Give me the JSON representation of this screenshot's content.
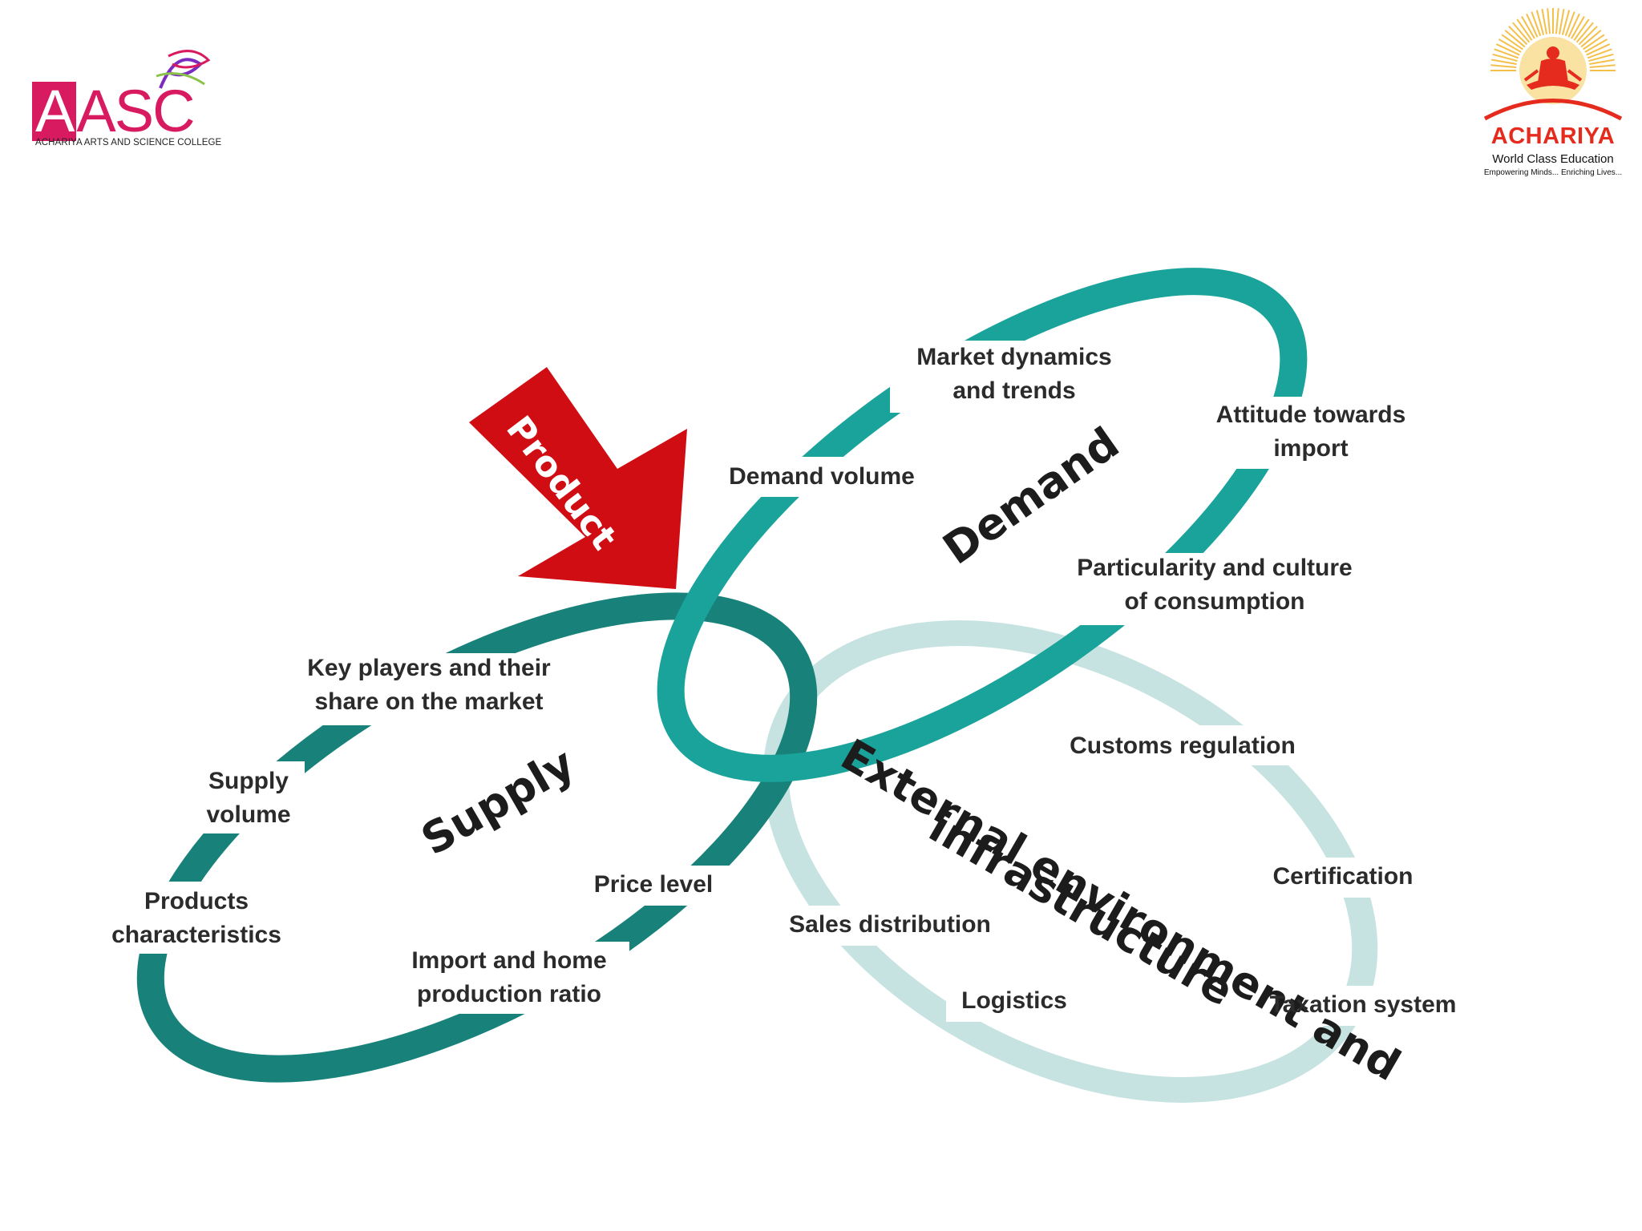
{
  "logos": {
    "left_wordmark": "AASC",
    "left_subtitle": "ACHARIYA ARTS AND SCIENCE COLLEGE",
    "right_name": "ACHARIYA",
    "right_tagline": "World Class Education",
    "right_subline": "Empowering Minds... Enriching Lives..."
  },
  "diagram": {
    "arrow_label": "Product",
    "demand": {
      "title": "Demand",
      "items": [
        "Market dynamics\nand trends",
        "Attitude towards\nimport",
        "Demand volume",
        "Particularity and culture\nof consumption"
      ]
    },
    "supply": {
      "title": "Supply",
      "items": [
        "Key players and their\nshare on the market",
        "Supply\nvolume",
        "Products\ncharacteristics",
        "Price level",
        "Import and home\nproduction ratio"
      ]
    },
    "external": {
      "title_line1": "External environment and",
      "title_line2": "infrastructure",
      "items": [
        "Customs regulation",
        "Certification",
        "Sales distribution",
        "Logistics",
        "Taxation system"
      ]
    },
    "colors": {
      "demand_ring": "#1aa39a",
      "supply_ring": "#17817a",
      "external_ring": "#c6e3e1",
      "arrow": "#d10d14",
      "text": "#2b2b2b"
    }
  }
}
